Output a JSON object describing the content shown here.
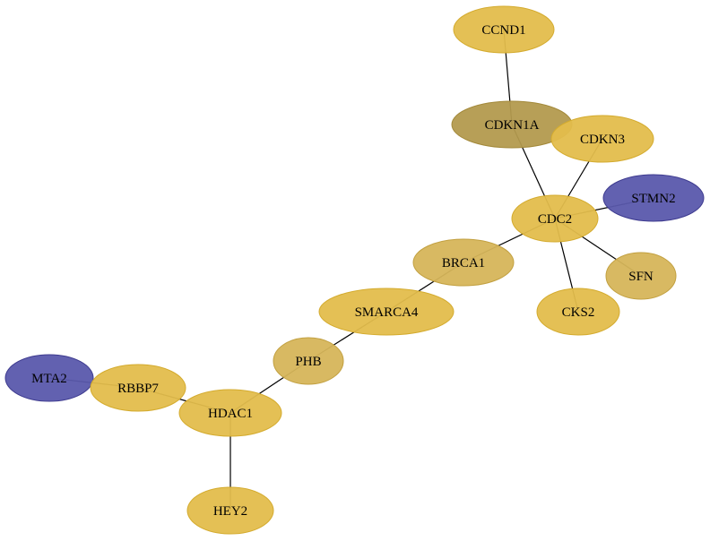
{
  "colors": {
    "gold": "#e3bd4c",
    "gold_stroke": "#d4ab2e",
    "dark_gold": "#b39a4e",
    "dark_gold_stroke": "#a3893a",
    "medium_gold": "#d6b55a",
    "medium_gold_stroke": "#c2a040",
    "purple": "#5a58ac",
    "purple_stroke": "#3e3b8f",
    "edge": "#000000"
  },
  "nodes": [
    {
      "id": "CCND1",
      "label": "CCND1",
      "color": "gold"
    },
    {
      "id": "CDKN1A",
      "label": "CDKN1A",
      "color": "dark_gold"
    },
    {
      "id": "CDKN3",
      "label": "CDKN3",
      "color": "gold"
    },
    {
      "id": "STMN2",
      "label": "STMN2",
      "color": "purple"
    },
    {
      "id": "CDC2",
      "label": "CDC2",
      "color": "gold"
    },
    {
      "id": "BRCA1",
      "label": "BRCA1",
      "color": "medium_gold"
    },
    {
      "id": "SFN",
      "label": "SFN",
      "color": "medium_gold"
    },
    {
      "id": "CKS2",
      "label": "CKS2",
      "color": "gold"
    },
    {
      "id": "SMARCA4",
      "label": "SMARCA4",
      "color": "gold"
    },
    {
      "id": "PHB",
      "label": "PHB",
      "color": "medium_gold"
    },
    {
      "id": "MTA2",
      "label": "MTA2",
      "color": "purple"
    },
    {
      "id": "RBBP7",
      "label": "RBBP7",
      "color": "gold"
    },
    {
      "id": "HDAC1",
      "label": "HDAC1",
      "color": "gold"
    },
    {
      "id": "HEY2",
      "label": "HEY2",
      "color": "gold"
    }
  ],
  "edges": [
    {
      "source": "CCND1",
      "target": "CDKN1A"
    },
    {
      "source": "CDKN1A",
      "target": "CDC2"
    },
    {
      "source": "CDKN3",
      "target": "CDC2"
    },
    {
      "source": "STMN2",
      "target": "CDC2"
    },
    {
      "source": "CDC2",
      "target": "BRCA1"
    },
    {
      "source": "CDC2",
      "target": "SFN"
    },
    {
      "source": "CDC2",
      "target": "CKS2"
    },
    {
      "source": "BRCA1",
      "target": "SMARCA4"
    },
    {
      "source": "SMARCA4",
      "target": "PHB"
    },
    {
      "source": "PHB",
      "target": "HDAC1"
    },
    {
      "source": "MTA2",
      "target": "RBBP7"
    },
    {
      "source": "RBBP7",
      "target": "HDAC1"
    },
    {
      "source": "HDAC1",
      "target": "HEY2"
    }
  ]
}
